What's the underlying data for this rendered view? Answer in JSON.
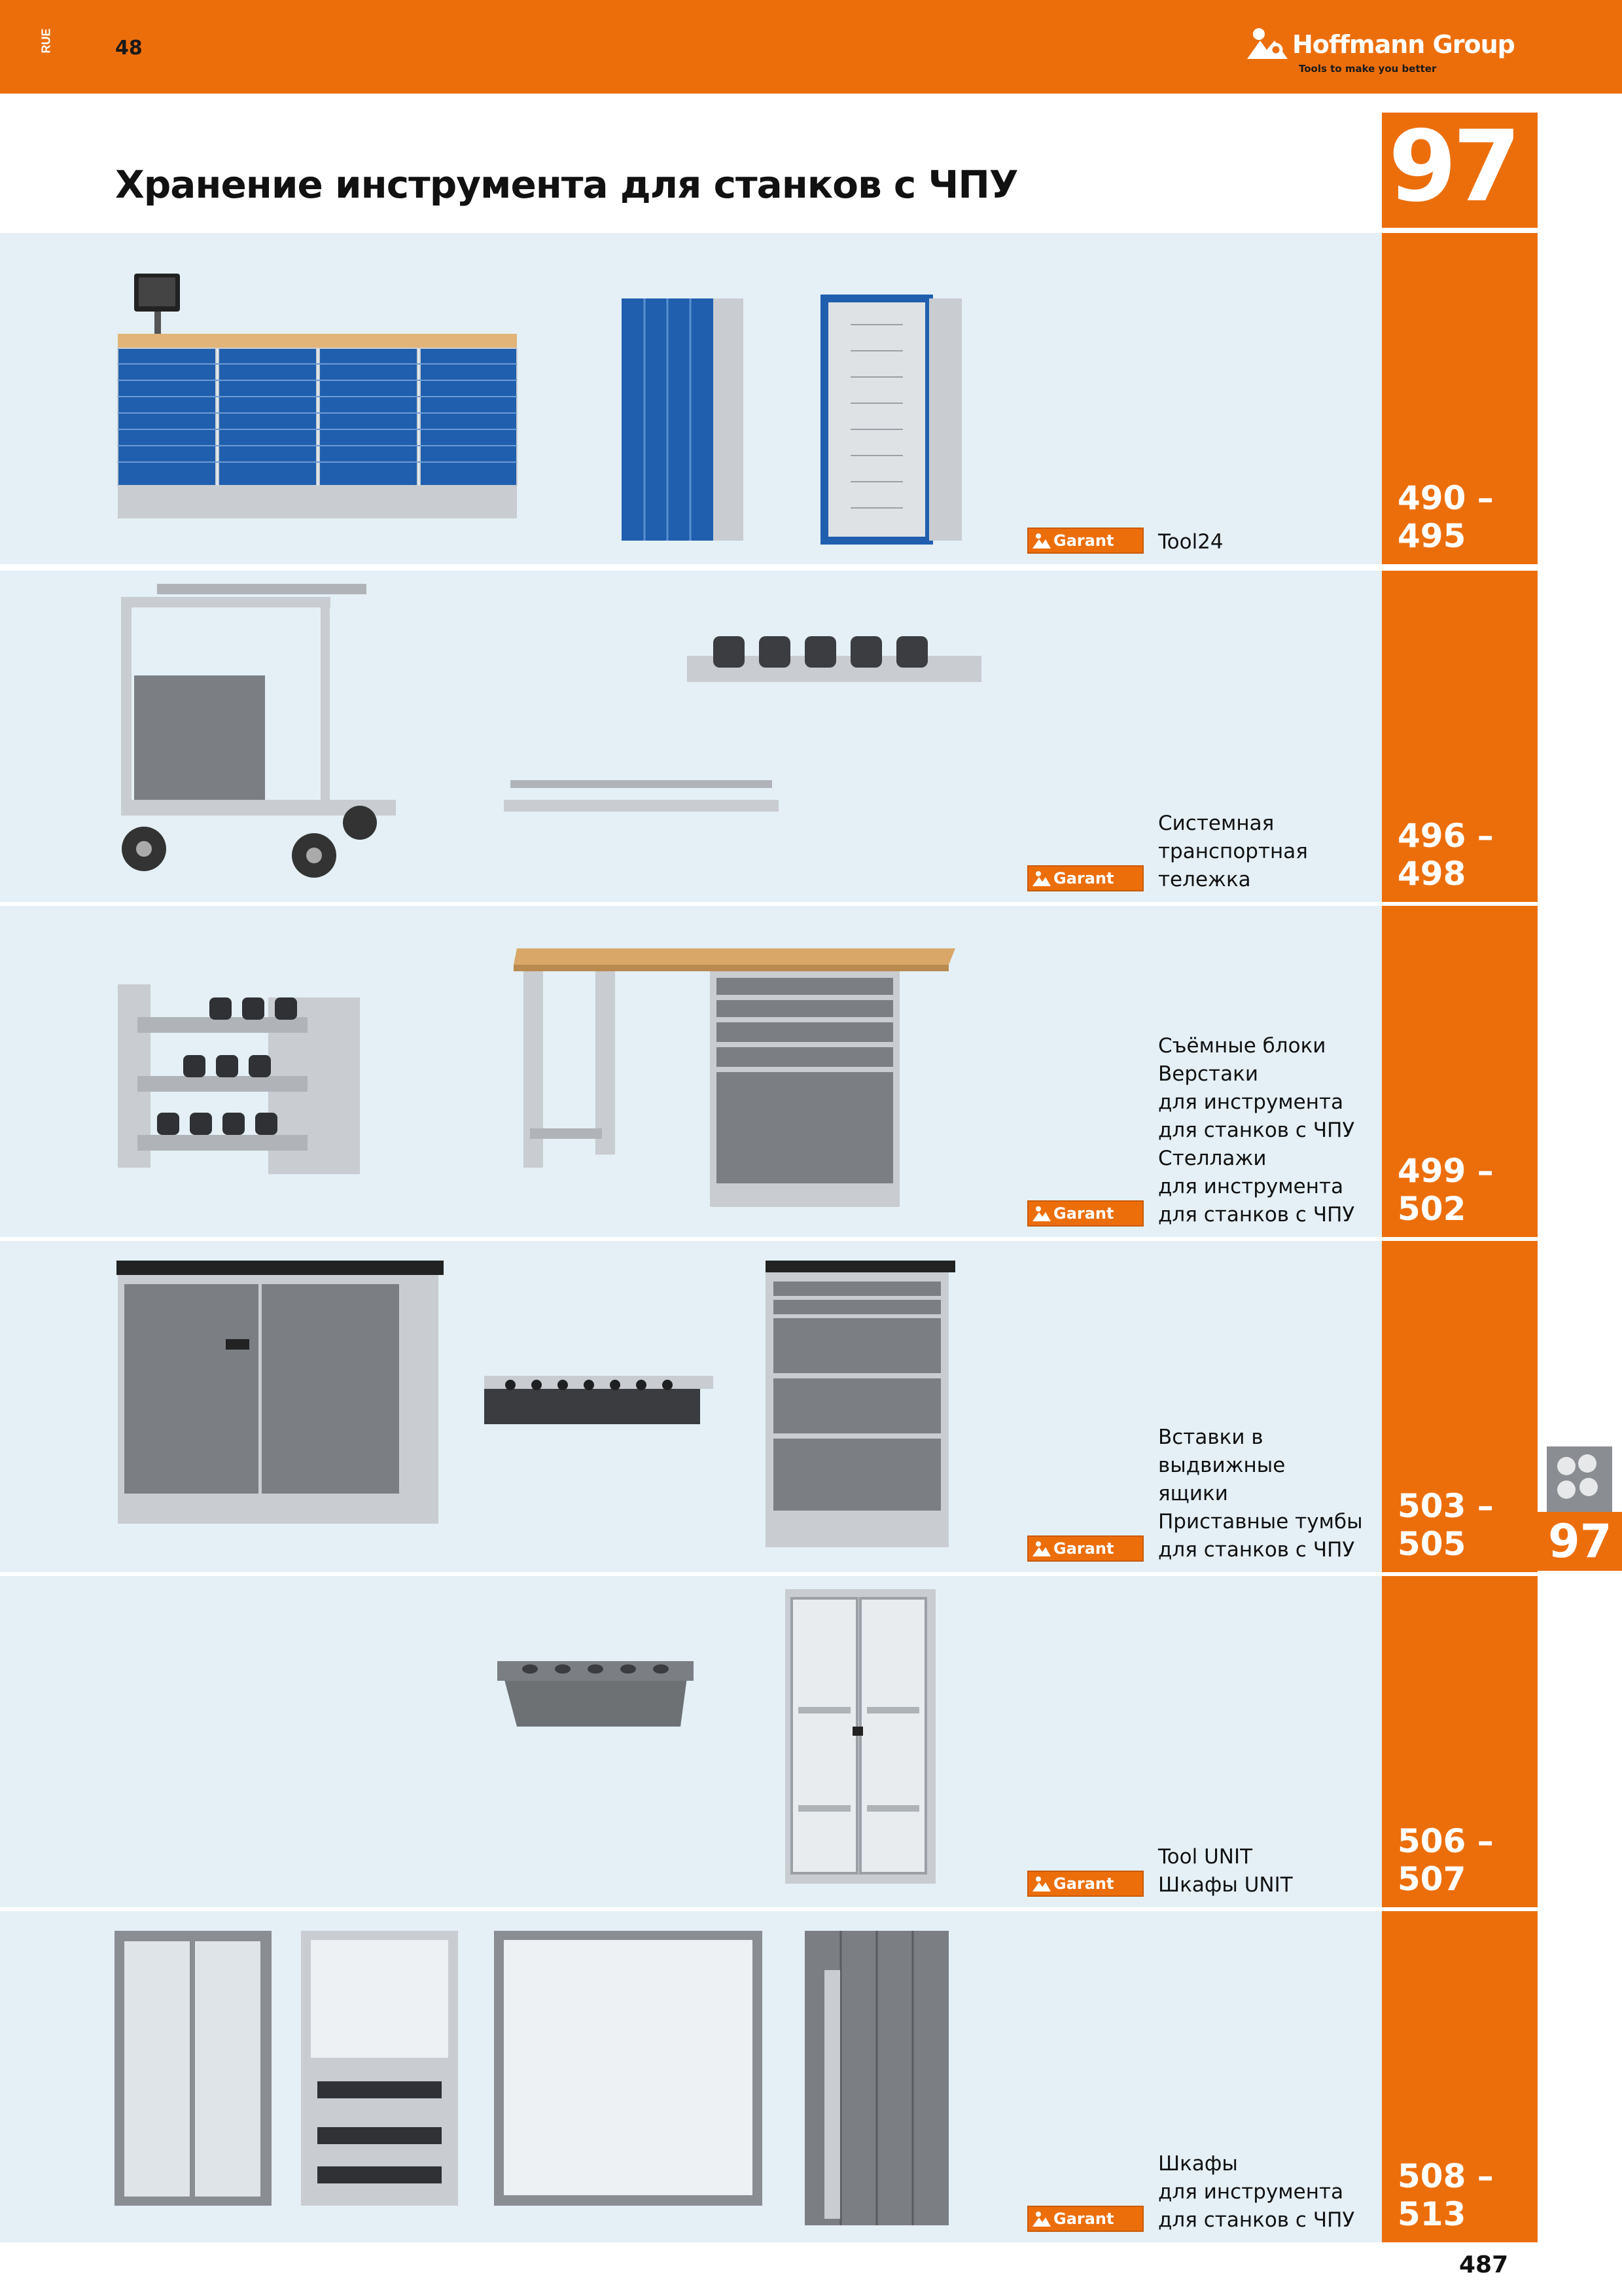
{
  "header": {
    "region_code": "RUE",
    "page_ref": "48",
    "brand_name": "Hoffmann Group",
    "brand_tagline": "Tools to make you better"
  },
  "title": "Хранение инструмента для станков с ЧПУ",
  "chapter": "97",
  "brand_logo_text": "Garant",
  "sections": [
    {
      "desc": "Tool24",
      "pages": "490 –\n495"
    },
    {
      "desc": "Системная\nтранспортная\nтележка",
      "pages": "496 –\n498"
    },
    {
      "desc": "Съёмные блоки\nВерстаки\nдля инструмента\nдля станков с ЧПУ\nСтеллажи\nдля инструмента\nдля станков с ЧПУ",
      "pages": "499 –\n502"
    },
    {
      "desc": "Вставки в выдвижные\nящики\nПриставные тумбы\nдля станков с ЧПУ",
      "pages": "503 –\n505"
    },
    {
      "desc": "Tool UNIT\nШкафы UNIT",
      "pages": "506 –\n507"
    },
    {
      "desc": "Шкафы\nдля инструмента\nдля станков с ЧПУ",
      "pages": "508 –\n513"
    }
  ],
  "side_tab": {
    "number": "97"
  },
  "page_number": "487",
  "colors": {
    "orange": "#ec6e0b",
    "band": "#e4f0f6",
    "blue": "#1f5fae",
    "grey": "#7b7e82",
    "light": "#c9ccd0"
  }
}
